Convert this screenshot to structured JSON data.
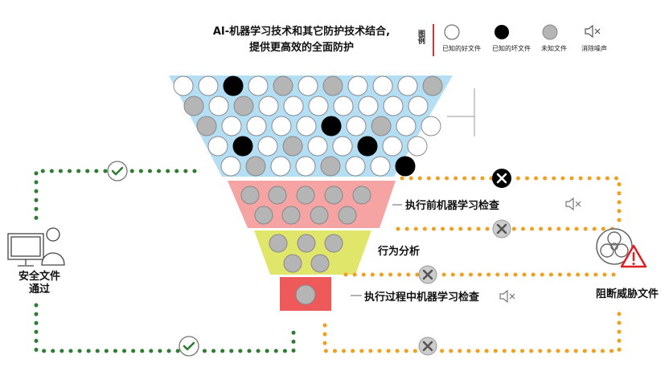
{
  "title": {
    "line1": "AI-机器学习技术和其它防护技术结合,",
    "line2": "提供更高效的全面防护"
  },
  "legend": {
    "tag": "图例",
    "items": [
      {
        "label": "已知的好文件",
        "icon": "white-circle-icon"
      },
      {
        "label": "已知的坏文件",
        "icon": "black-circle-icon"
      },
      {
        "label": "未知文件",
        "icon": "gray-circle-icon"
      },
      {
        "label": "消除噪声",
        "icon": "speaker-muted-icon"
      }
    ]
  },
  "stages": [
    {
      "label": "执行前机器学习检查",
      "color": "#f5a3a3"
    },
    {
      "label": "行为分析",
      "color": "#dfe66a"
    },
    {
      "label": "执行过程中机器学习检查",
      "color": "#ee5a5a"
    }
  ],
  "left_label": {
    "line1": "安全文件",
    "line2": "通过"
  },
  "right_label": "阻断威胁文件",
  "colors": {
    "funnel_top": "#b3def3",
    "green_path": "#2e7d32",
    "orange_path": "#f0a020",
    "gray_ball": "#b5b5b5",
    "black_ball": "#000000",
    "white_ball": "#ffffff"
  },
  "funnel_top_rows": [
    [
      "w",
      "w",
      "b",
      "w",
      "g",
      "w",
      "g",
      "w",
      "w",
      "w",
      "g"
    ],
    [
      "g",
      "w",
      "g",
      "w",
      "w",
      "w",
      "w",
      "w",
      "w",
      "w"
    ],
    [
      "g",
      "w",
      "w",
      "w",
      "w",
      "b",
      "w",
      "g",
      "w",
      "w"
    ],
    [
      "w",
      "b",
      "w",
      "g",
      "w",
      "w",
      "b",
      "w",
      "w"
    ],
    [
      "w",
      "g",
      "w",
      "w",
      "g",
      "w",
      "w",
      "b"
    ]
  ]
}
